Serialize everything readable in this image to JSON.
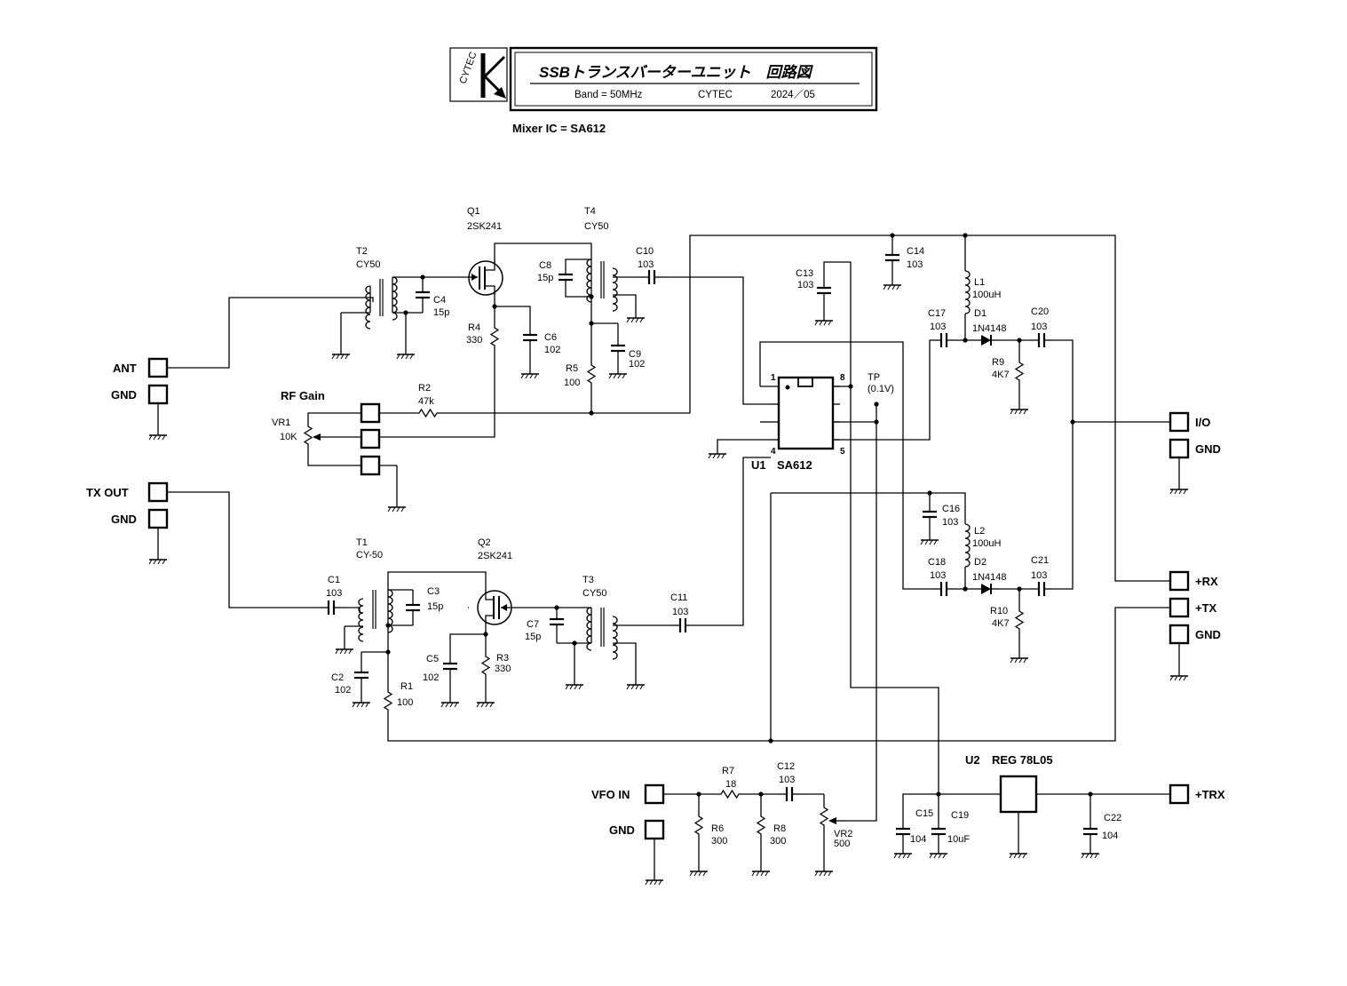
{
  "title_block": {
    "logo_text": "CYTEC",
    "title": "SSBトランスバーターユニット　回路図",
    "band": "Band = 50MHz",
    "maker": "CYTEC",
    "date": "2024／05"
  },
  "note": "Mixer IC = SA612",
  "terminals": {
    "ant": "ANT",
    "gnd1": "GND",
    "rf_gain": "RF Gain",
    "tx_out": "TX OUT",
    "gnd2": "GND",
    "io": "I/O",
    "gnd3": "GND",
    "rx": "+RX",
    "tx": "+TX",
    "gnd4": "GND",
    "vfo_in": "VFO IN",
    "gnd5": "GND",
    "trx": "+TRX"
  },
  "labels": {
    "T2": "T2",
    "T2v": "CY50",
    "Q1": "Q1",
    "Q1v": "2SK241",
    "T4": "T4",
    "T4v": "CY50",
    "C4": "C4",
    "C4v": "15p",
    "C8": "C8",
    "C8v": "15p",
    "C10": "C10",
    "C10v": "103",
    "R4": "R4",
    "R4v": "330",
    "C6": "C6",
    "C6v": "102",
    "C9": "C9",
    "C9v": "102",
    "R5": "R5",
    "R5v": "100",
    "R2": "R2",
    "R2v": "47k",
    "VR1": "VR1",
    "VR1v": "10K",
    "C13": "C13",
    "C13v": "103",
    "C14": "C14",
    "C14v": "103",
    "L1": "L1",
    "L1v": "100uH",
    "C17": "C17",
    "C17v": "103",
    "D1": "D1",
    "D1v": "1N4148",
    "C20": "C20",
    "C20v": "103",
    "R9": "R9",
    "R9v": "4K7",
    "TP": "TP",
    "TPv": "(0.1V)",
    "U1": "U1",
    "U1v": "SA612",
    "C16": "C16",
    "C16v": "103",
    "L2": "L2",
    "L2v": "100uH",
    "C18": "C18",
    "C18v": "103",
    "D2": "D2",
    "D2v": "1N4148",
    "C21": "C21",
    "C21v": "103",
    "R10": "R10",
    "R10v": "4K7",
    "T1": "T1",
    "T1v": "CY-50",
    "Q2": "Q2",
    "Q2v": "2SK241",
    "C1": "C1",
    "C1v": "103",
    "C3": "C3",
    "C3v": "15p",
    "T3": "T3",
    "T3v": "CY50",
    "C11": "C11",
    "C11v": "103",
    "C7": "C7",
    "C7v": "15p",
    "C2": "C2",
    "C2v": "102",
    "C5": "C5",
    "C5v": "102",
    "R3": "R3",
    "R3v": "330",
    "R1": "R1",
    "R1v": "100",
    "R7": "R7",
    "R7v": "18",
    "C12": "C12",
    "C12v": "103",
    "R6": "R6",
    "R6v": "300",
    "R8": "R8",
    "R8v": "300",
    "VR2": "VR2",
    "VR2v": "500",
    "U2": "U2",
    "U2v": "REG 78L05",
    "C15": "C15",
    "C15v": "104",
    "C19": "C19",
    "C19v": "10uF",
    "C22": "C22",
    "C22v": "104"
  },
  "ic_pins": {
    "p1": "1",
    "p4": "4",
    "p5": "5",
    "p8": "8"
  }
}
